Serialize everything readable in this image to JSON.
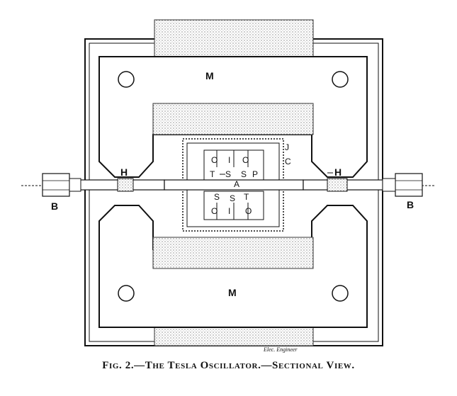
{
  "diagram": {
    "labels": {
      "m_top": "M",
      "m_bottom": "M",
      "h_left": "H",
      "h_right": "H",
      "b_left": "B",
      "b_right": "B",
      "j": "J",
      "c": "C",
      "a": "A",
      "o": "O",
      "i": "I",
      "t": "T",
      "s": "S",
      "p": "P"
    },
    "signature": "Elec. Engineer"
  },
  "caption": "Fig. 2.—The Tesla Oscillator.—Sectional View."
}
